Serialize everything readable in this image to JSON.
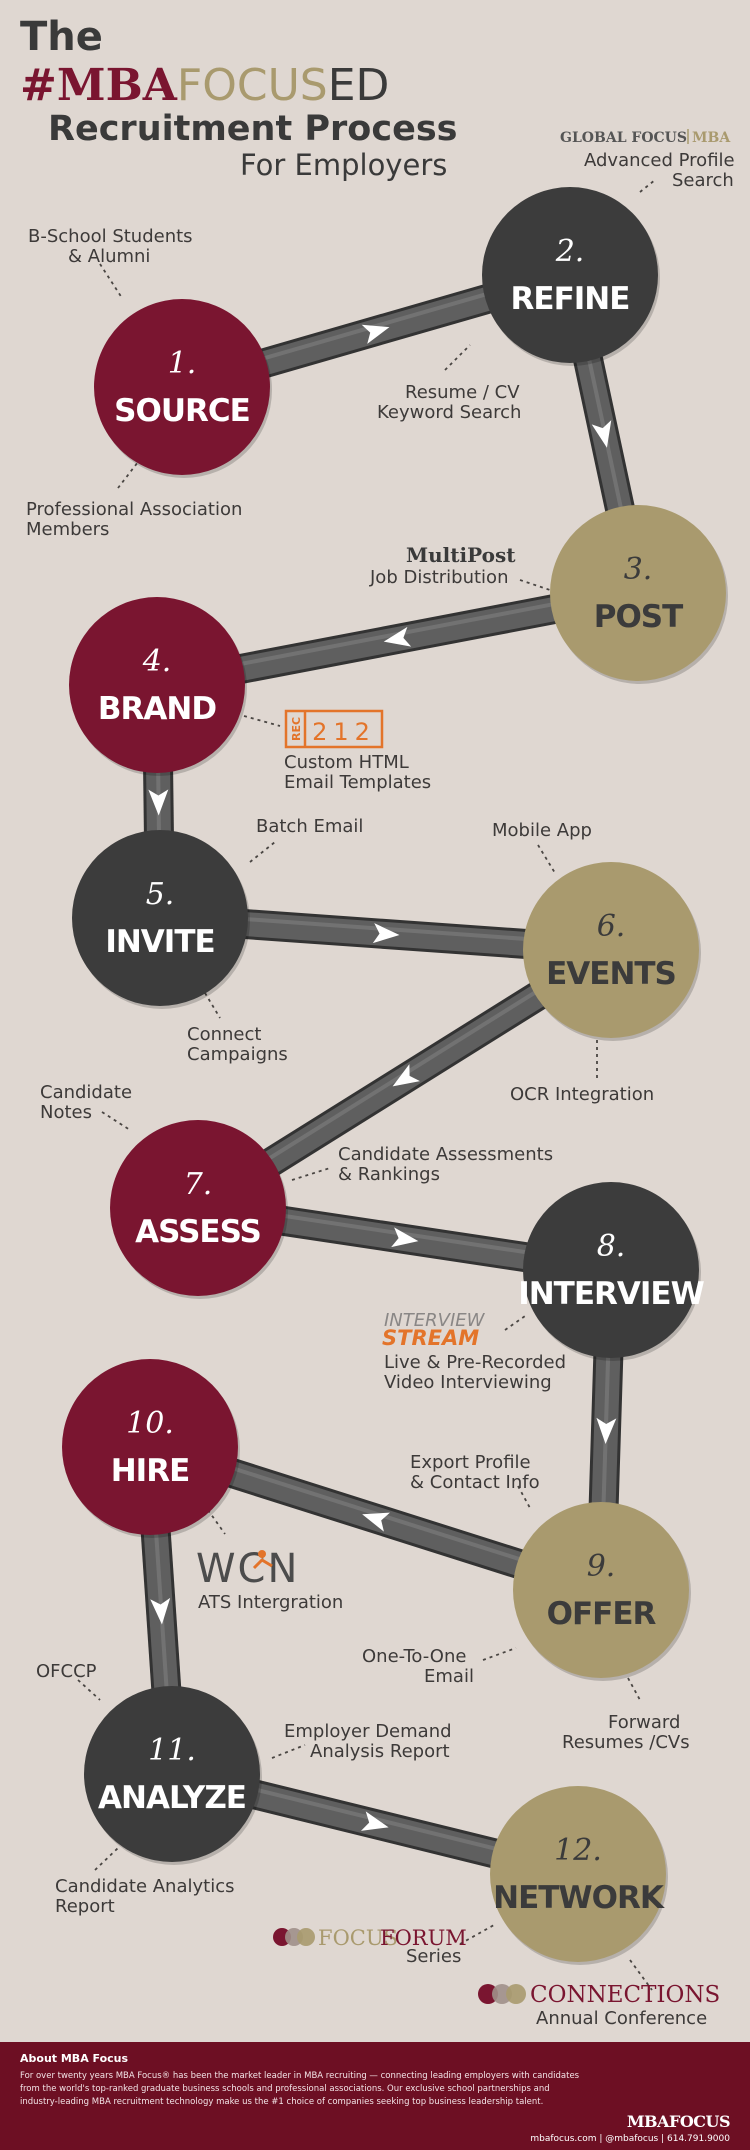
{
  "title": {
    "line1": "The",
    "hash_mba": "#MBA",
    "focus": "FOCUS",
    "ed": "ED",
    "line3": "Recruitment Process",
    "line4": "For Employers"
  },
  "steps": [
    {
      "num": "1.",
      "label": "SOURCE",
      "color": "#7a1530"
    },
    {
      "num": "2.",
      "label": "REFINE",
      "color": "#3c3c3c"
    },
    {
      "num": "3.",
      "label": "POST",
      "color": "#a99a6e"
    },
    {
      "num": "4.",
      "label": "BRAND",
      "color": "#7a1530"
    },
    {
      "num": "5.",
      "label": "INVITE",
      "color": "#3c3c3c"
    },
    {
      "num": "6.",
      "label": "EVENTS",
      "color": "#a99a6e"
    },
    {
      "num": "7.",
      "label": "ASSESS",
      "color": "#7a1530"
    },
    {
      "num": "8.",
      "label": "INTERVIEW",
      "color": "#3c3c3c"
    },
    {
      "num": "9.",
      "label": "OFFER",
      "color": "#a99a6e"
    },
    {
      "num": "10.",
      "label": "HIRE",
      "color": "#7a1530"
    },
    {
      "num": "11.",
      "label": "ANALYZE",
      "color": "#3c3c3c"
    },
    {
      "num": "12.",
      "label": "NETWORK",
      "color": "#a99a6e"
    }
  ],
  "notes": {
    "bschool": [
      "B-School Students",
      "& Alumni"
    ],
    "prof_assoc": [
      "Professional Association",
      "Members"
    ],
    "gf_logo_a": "GLOBAL FOCUS",
    "gf_logo_b": "MBA",
    "adv_profile": [
      "Advanced Profile",
      "Search"
    ],
    "resume_cv": [
      "Resume / CV",
      "Keyword Search"
    ],
    "multipost_logo": "MultiPost",
    "job_dist": "Job Distribution",
    "rec_logo_a": "REC",
    "rec_logo_b": "212",
    "html_email": [
      "Custom HTML",
      "Email Templates"
    ],
    "batch_email": "Batch Email",
    "connect": [
      "Connect",
      "Campaigns"
    ],
    "mobile_app": "Mobile App",
    "ocr": "OCR Integration",
    "cand_notes": [
      "Candidate",
      "Notes"
    ],
    "cand_assess": [
      "Candidate Assessments",
      "& Rankings"
    ],
    "is_logo_a": "INTERVIEW",
    "is_logo_b": "STREAM",
    "live_video": [
      "Live & Pre-Recorded",
      "Video Interviewing"
    ],
    "export": [
      "Export Profile",
      "& Contact Info"
    ],
    "wcn_logo": "WCN",
    "ats": "ATS Intergration",
    "one_to_one": [
      "One-To-One",
      "Email"
    ],
    "forward": [
      "Forward",
      "Resumes /CVs"
    ],
    "ofccp": "OFCCP",
    "emp_demand": [
      "Employer Demand",
      "Analysis Report"
    ],
    "cand_analytics": [
      "Candidate Analytics",
      "Report"
    ],
    "ff_logo_a": "FOCUS",
    "ff_logo_b": "FORUM",
    "series": "Series",
    "conn_logo": "CONNECTIONS",
    "annual": "Annual Conference"
  },
  "footer": {
    "about_title": "About MBA Focus",
    "about_text": "For over twenty years MBA Focus® has been the market leader in MBA recruiting — connecting leading employers with candidates from the world's top-ranked graduate business schools and professional associations. Our exclusive school partnerships and industry-leading MBA recruitment technology make us the #1 choice of companies seeking top business leadership talent.",
    "logo": "MBAFOCUS",
    "contact": "mbafocus.com | @mbafocus | 614.791.9000"
  },
  "colors": {
    "background": "#dfd7d1",
    "maroon": "#7a1530",
    "charcoal": "#3c3c3c",
    "gold": "#a99a6e",
    "footer": "#6d0f23",
    "rec_orange": "#e3742a"
  }
}
